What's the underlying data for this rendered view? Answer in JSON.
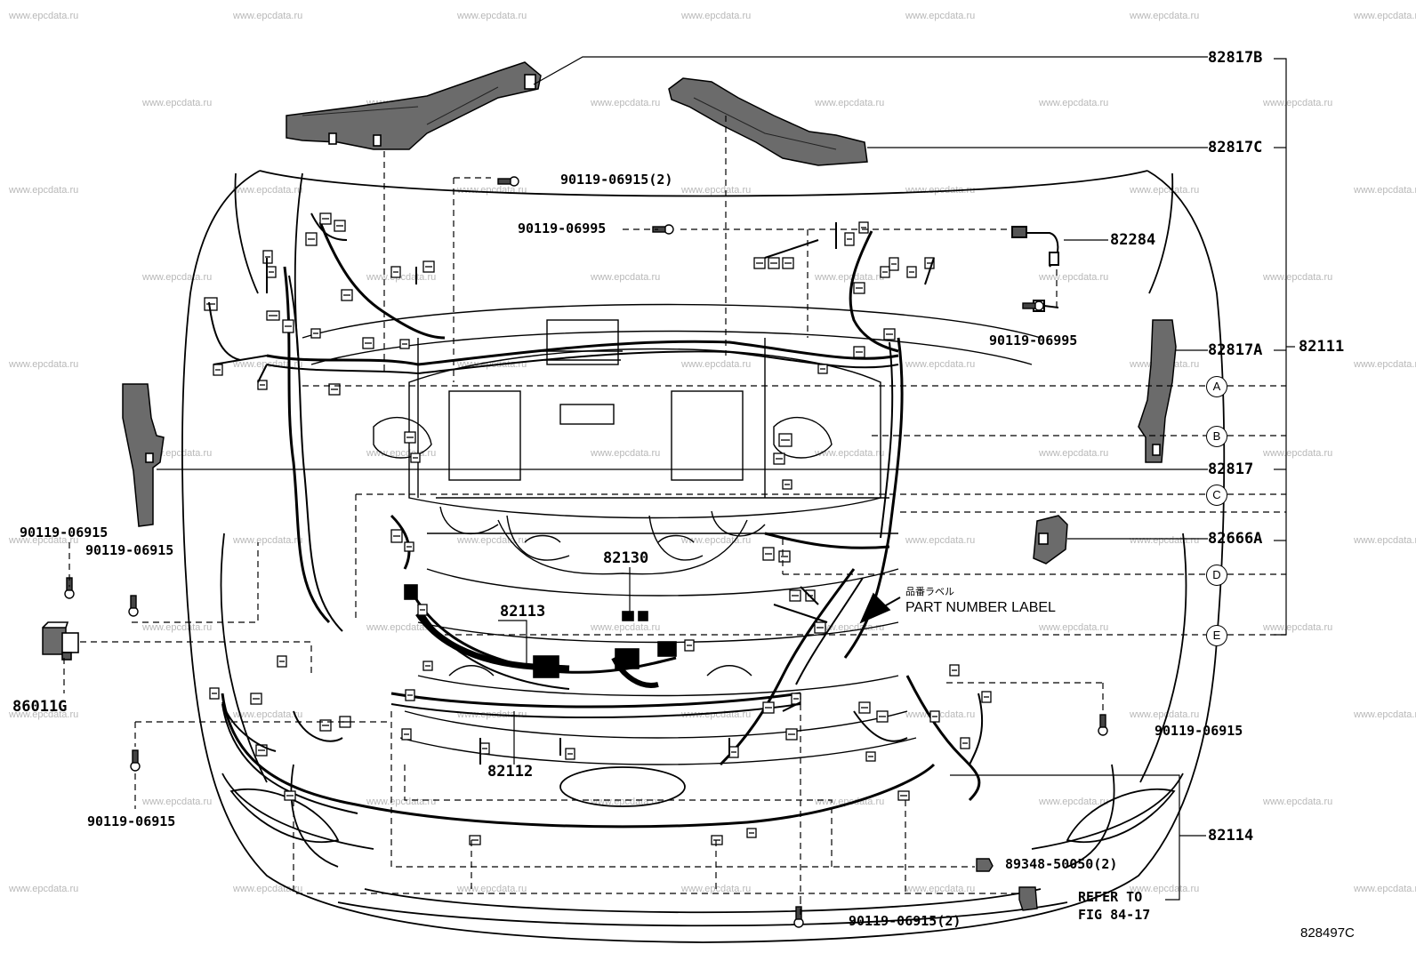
{
  "figure_code": "828497C",
  "watermark": "www.epcdata.ru",
  "label_part_number": "PART NUMBER LABEL",
  "label_part_number_jp": "品番ラベル",
  "refer_line1": "REFER TO",
  "refer_line2": "FIG 84-17",
  "connectors": [
    "A",
    "B",
    "C",
    "D",
    "E"
  ],
  "parts": {
    "p82817B": "82817B",
    "p82817C": "82817C",
    "p82817A": "82817A",
    "p82817": "82817",
    "p82111": "82111",
    "p82284": "82284",
    "p82666A": "82666A",
    "p82130": "82130",
    "p82113": "82113",
    "p82112": "82112",
    "p82114": "82114",
    "p86011G": "86011G",
    "bolt_90119_06915_2_top": "90119-06915(2)",
    "bolt_90119_06995_top": "90119-06995",
    "bolt_90119_06995_right": "90119-06995",
    "bolt_90119_06915_left_a": "90119-06915",
    "bolt_90119_06915_left_b": "90119-06915",
    "bolt_90119_06915_left_c": "90119-06915",
    "bolt_90119_06915_right": "90119-06915",
    "bolt_90119_06915_2_bottom": "90119-06915(2)",
    "clip_89348_50050_2": "89348-50050(2)"
  }
}
